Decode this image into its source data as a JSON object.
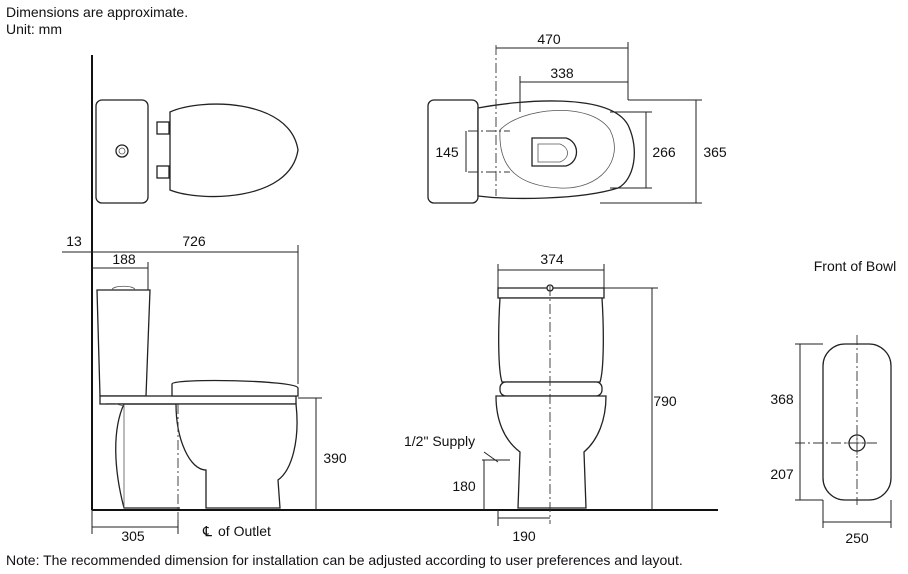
{
  "header": {
    "note1": "Dimensions are approximate.",
    "note2": "Unit: mm"
  },
  "footer": {
    "note": "Note: The recommended dimension for installation can be adjusted according to user preferences and layout."
  },
  "labels": {
    "front_of_bowl": "Front of Bowl",
    "supply": "1/2\" Supply",
    "outlet": "of Outlet",
    "centerline_symbol": "℄"
  },
  "dimensions": {
    "top_width": "470",
    "bowl_width": "338",
    "bolt_spacing": "145",
    "bowl_depth": "266",
    "overall_depth": "365",
    "wall_gap": "13",
    "overall_length": "726",
    "tank_depth": "188",
    "tank_width": "374",
    "overall_height": "790",
    "seat_height": "390",
    "supply_height": "180",
    "outlet_distance": "305",
    "supply_offset": "190",
    "front_upper": "368",
    "front_lower": "207",
    "front_width": "250"
  },
  "colors": {
    "line": "#222222",
    "background": "#ffffff"
  }
}
